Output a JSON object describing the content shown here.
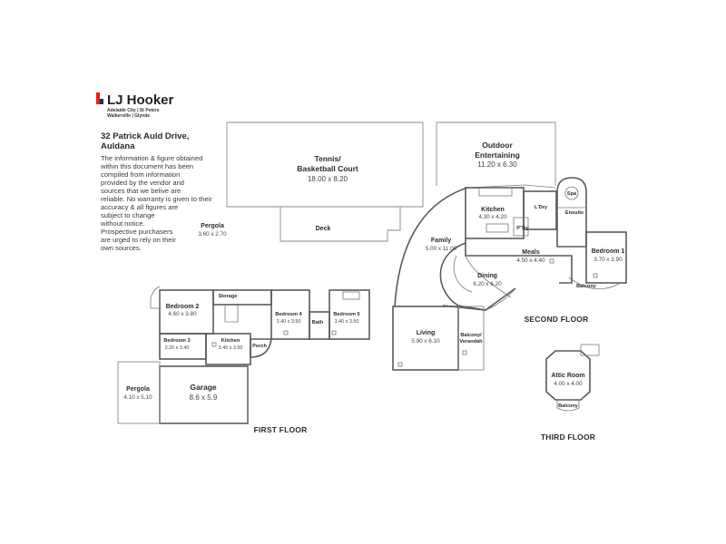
{
  "brand": {
    "name": "LJ Hooker",
    "office_line1": "Adelaide City | St Peters",
    "office_line2": "Walkerville | Glynde",
    "colors": {
      "red": "#e2231a",
      "navy": "#1c2d5a"
    }
  },
  "property": {
    "address_line1": "32 Patrick Auld Drive,",
    "address_line2": "Auldana"
  },
  "disclaimer": {
    "lines": [
      "The information & figure obtained",
      "within this document has been",
      "compiled from information",
      "provided by the vendor and",
      "sources that we belive are",
      "reliable. No warranty is given to their",
      "accuracy & all figures are",
      "subject to change",
      "without notice.",
      "Prospective purchasers",
      "are urged to rely on their",
      "own sources."
    ]
  },
  "outdoor": {
    "tennis": {
      "name_line1": "Tennis/",
      "name_line2": "Basketball Court",
      "dims": "18.00 x 8.20"
    },
    "deck": {
      "name": "Deck"
    },
    "pergola_small": {
      "name": "Pergola",
      "dims": "3.60 x 2.70"
    },
    "outdoor_entertaining": {
      "name_line1": "Outdoor",
      "name_line2": "Entertaining",
      "dims": "11.20 x 6.30"
    }
  },
  "first_floor": {
    "label": "FIRST FLOOR",
    "rooms": {
      "bedroom2": {
        "name": "Bedroom 2",
        "dims": "4.60 x 3.80"
      },
      "storage": {
        "name": "Storage"
      },
      "bedroom4": {
        "name": "Bedroom 4",
        "dims": "3.40 x 3.50"
      },
      "bedroom5": {
        "name": "Bedroom 5",
        "dims": "3.40 x 3.50"
      },
      "bath": {
        "name": "Bath"
      },
      "bedroom3": {
        "name": "Bedroom 3",
        "dims": "3.20 x 3.40"
      },
      "kitchen": {
        "name": "Kitchen",
        "dims": "3.40 x 3.50"
      },
      "porch": {
        "name": "Porch"
      },
      "pergola": {
        "name": "Pergola",
        "dims": "4.10 x 5.10"
      },
      "garage": {
        "name": "Garage",
        "dims": "8.6 x 5.9"
      }
    }
  },
  "second_floor": {
    "label": "SECOND FLOOR",
    "rooms": {
      "spa": {
        "name": "Spa"
      },
      "ensuite": {
        "name": "Ensuite"
      },
      "ldry": {
        "name": "L'Dry"
      },
      "kitchen": {
        "name": "Kitchen",
        "dims": "4.30 x 4.20"
      },
      "ptry": {
        "name": "P'Try"
      },
      "family": {
        "name": "Family",
        "dims": "5.00 x 11.00"
      },
      "meals": {
        "name": "Meals",
        "dims": "4.50 x 4.40"
      },
      "bedroom1": {
        "name": "Bedroom 1",
        "dims": "3.70 x 3.90"
      },
      "balcony": {
        "name": "Balcony"
      },
      "dining": {
        "name": "Dining",
        "dims": "6.20 x 6.20"
      },
      "living": {
        "name": "Living",
        "dims": "5.90 x 6.10"
      },
      "balcony_verandah_line1": {
        "name": "Balcony/"
      },
      "balcony_verandah_line2": {
        "name": "Verandah"
      }
    }
  },
  "third_floor": {
    "label": "THIRD FLOOR",
    "rooms": {
      "attic": {
        "name": "Attic Room",
        "dims": "4.00 x 4.00"
      },
      "balcony": {
        "name": "Balcony"
      }
    }
  }
}
